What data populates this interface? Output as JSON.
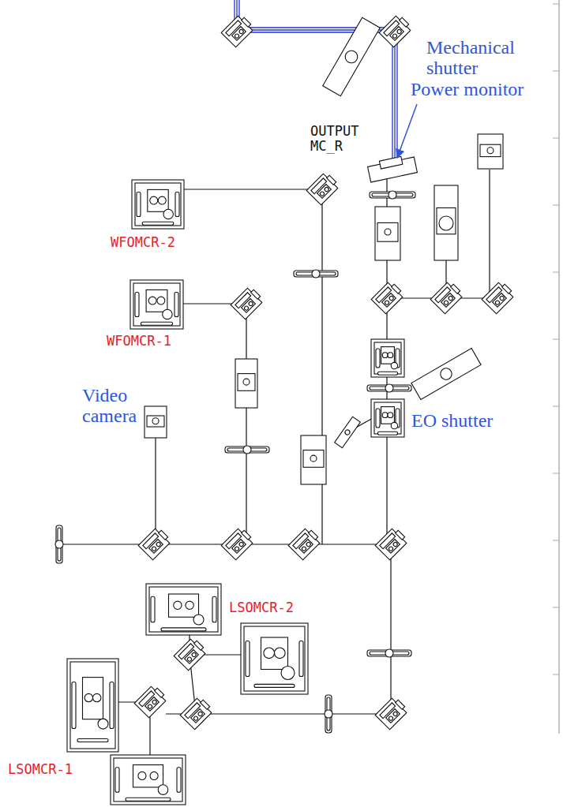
{
  "diagram": {
    "labels": [
      "Mechanical shutter",
      "Power monitor",
      "OUTPUT MC_R",
      "WFOMCR-2",
      "WFOMCR-1",
      "Video camera",
      "EO shutter",
      "LSOMCR-2",
      "LSOMCR-1"
    ]
  }
}
